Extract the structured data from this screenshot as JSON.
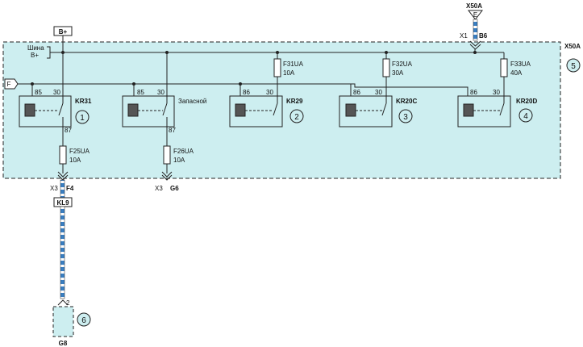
{
  "module": {
    "name": "X50A",
    "number": "5"
  },
  "top_connector": {
    "name": "X50A",
    "pin_letter": "E",
    "connector": "X1",
    "pin": "B6"
  },
  "power_input": {
    "label": "B+"
  },
  "bus_note": {
    "line1": "Шина",
    "line2": "B+"
  },
  "f_marker": "F",
  "relays": [
    {
      "name": "KR31",
      "number": "1",
      "pin_a": "85",
      "pin_b": "30",
      "pin_c": "87"
    },
    {
      "name": "Запасной",
      "number": "",
      "pin_a": "85",
      "pin_b": "30",
      "pin_c": "87"
    },
    {
      "name": "KR29",
      "number": "2",
      "pin_a": "86",
      "pin_b": "30",
      "pin_c": ""
    },
    {
      "name": "KR20C",
      "number": "3",
      "pin_a": "86",
      "pin_b": "30",
      "pin_c": ""
    },
    {
      "name": "KR20D",
      "number": "4",
      "pin_a": "86",
      "pin_b": "30",
      "pin_c": ""
    }
  ],
  "fuses": [
    {
      "name": "F25UA",
      "rating": "10A"
    },
    {
      "name": "F26UA",
      "rating": "10A"
    },
    {
      "name": "F31UA",
      "rating": "10A"
    },
    {
      "name": "F32UA",
      "rating": "30A"
    },
    {
      "name": "F33UA",
      "rating": "40A"
    }
  ],
  "outputs": [
    {
      "connector": "X3",
      "pin": "F4"
    },
    {
      "connector": "X3",
      "pin": "G6"
    }
  ],
  "wire_label": "KL9",
  "ground": {
    "pin": "2",
    "name": "G8",
    "number": "6"
  },
  "colors": {
    "module_fill": "#cdeef0",
    "border": "#222222",
    "wire_blue": "#3a7fc2",
    "relay_coil": "#555555"
  }
}
